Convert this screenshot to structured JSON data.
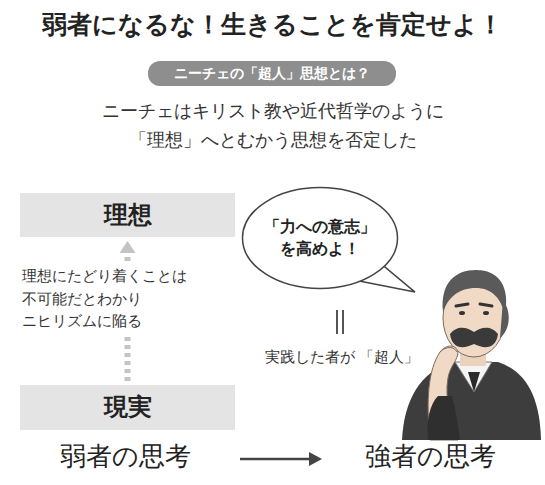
{
  "diagram": {
    "title": "弱者になるな！生きることを肯定せよ！",
    "nodes": [
      {
        "text": [
          "ニーチェの「超人」思想とは？"
        ]
      },
      {
        "text": [
          "理想"
        ]
      },
      {
        "text": [
          "「力への意志」 を高めよ！"
        ]
      },
      {
        "text": [
          "現実"
        ]
      }
    ],
    "edges": [
      {
        "from": 3,
        "to": 1,
        "arrow": "to"
      }
    ],
    "labels": [
      "ニーチェはキリスト教や近代哲学のように 「理想」へとむかう思想を否定した",
      "理想にたどり着くことは 不可能だとわかり ニヒリズムに陥る",
      "実践した者が 「超人」",
      "弱者の思考",
      "強者の思考"
    ]
  }
}
